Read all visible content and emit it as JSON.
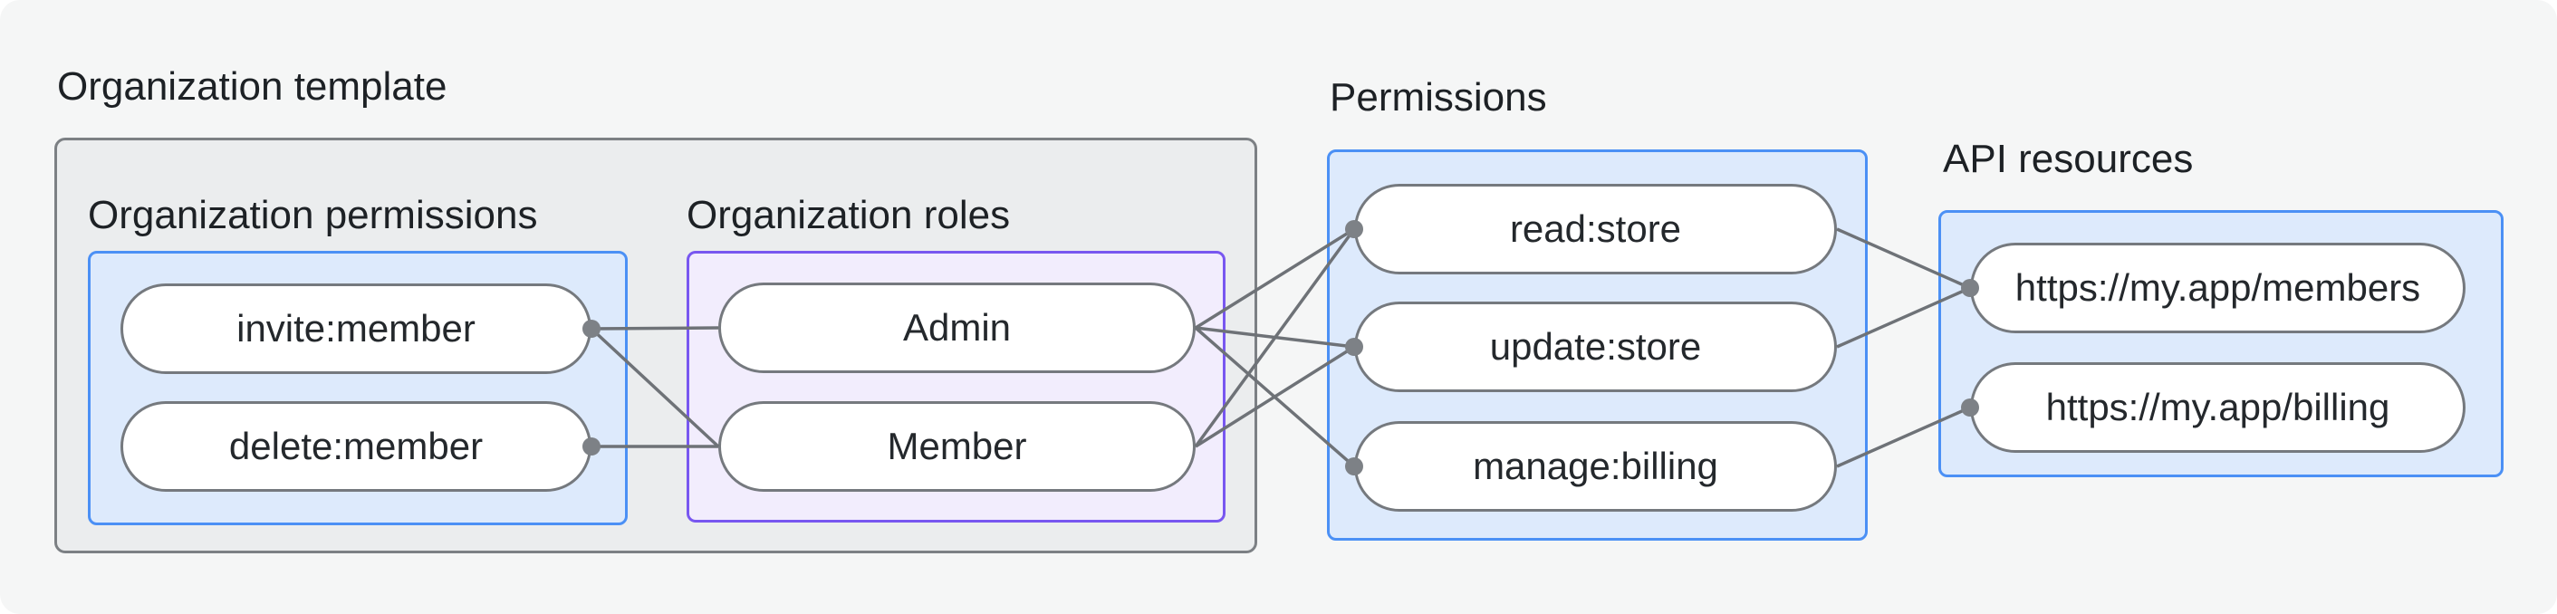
{
  "titles": {
    "organization_template": "Organization template",
    "organization_permissions": "Organization permissions",
    "organization_roles": "Organization roles",
    "permissions": "Permissions",
    "api_resources": "API resources"
  },
  "nodes": {
    "organization_permissions": [
      "invite:member",
      "delete:member"
    ],
    "organization_roles": [
      "Admin",
      "Member"
    ],
    "permissions": [
      "read:store",
      "update:store",
      "manage:billing"
    ],
    "api_resources": [
      "https://my.app/members",
      "https://my.app/billing"
    ]
  },
  "connections": [
    {
      "from": "invite:member",
      "to": "Admin"
    },
    {
      "from": "invite:member",
      "to": "Member"
    },
    {
      "from": "delete:member",
      "to": "Member"
    },
    {
      "from": "Admin",
      "to": "read:store"
    },
    {
      "from": "Admin",
      "to": "update:store"
    },
    {
      "from": "Admin",
      "to": "manage:billing"
    },
    {
      "from": "Member",
      "to": "read:store"
    },
    {
      "from": "Member",
      "to": "update:store"
    },
    {
      "from": "read:store",
      "to": "https://my.app/members"
    },
    {
      "from": "update:store",
      "to": "https://my.app/members"
    },
    {
      "from": "manage:billing",
      "to": "https://my.app/billing"
    }
  ],
  "colors": {
    "page_background": "#f5f6f6",
    "gray_box_fill": "#ebedee",
    "gray_box_border": "#7c8084",
    "blue_box_fill": "#ddeafc",
    "blue_box_border": "#4b90f5",
    "purple_box_fill": "#f2edfd",
    "purple_box_border": "#7857f0",
    "pill_fill": "#ffffff",
    "pill_border": "#75797e",
    "connector_line": "#6e7277",
    "connector_dot": "#7d8186",
    "text": "#1d2125"
  }
}
